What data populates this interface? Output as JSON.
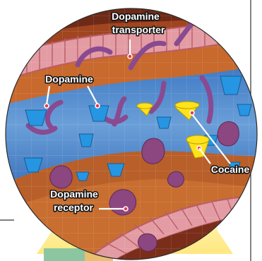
{
  "labels": {
    "transporter_line1": "Dopamine",
    "transporter_line2": "transporter",
    "dopamine": "Dopamine",
    "cocaine": "Cocaine",
    "receptor_line1": "Dopamine",
    "receptor_line2": "receptor"
  },
  "colors": {
    "synaptic_cleft": "#5b8fd0",
    "upper_neuron": "#c96a2c",
    "lower_neuron": "#b8602a",
    "membrane": "#e0a0a6",
    "dopamine": "#2a9be6",
    "cocaine": "#ffe21a",
    "transporter": "#8a4a90",
    "receptor": "#8c4680",
    "frame_border": "#333333",
    "background": "#ffffff"
  },
  "icons": {
    "dopamine": "blue-cup-molecule-icon",
    "cocaine": "yellow-cone-molecule-icon",
    "transporter": "curved-tube-protein-icon",
    "receptor": "purple-blob-protein-icon"
  }
}
